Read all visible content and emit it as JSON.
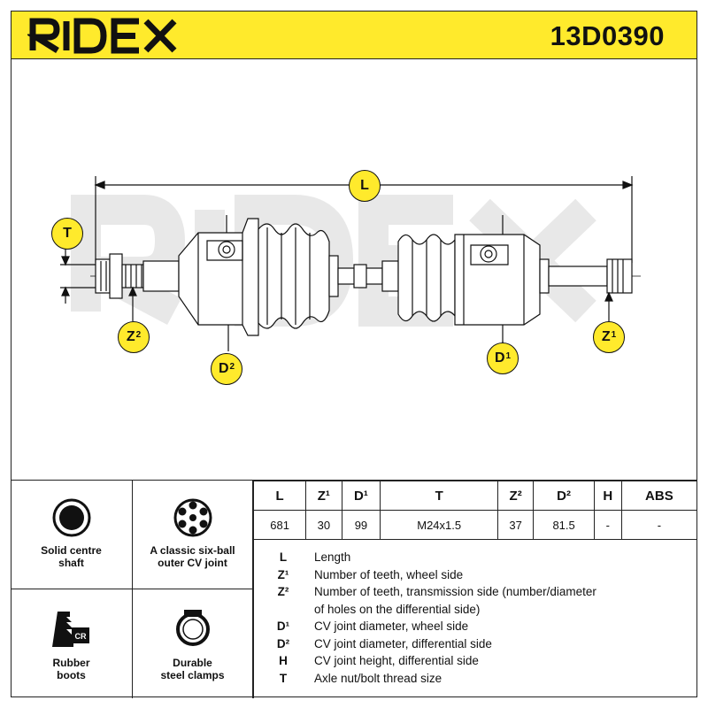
{
  "header": {
    "brand": "RIDEX",
    "part_number": "13D0390"
  },
  "drawing": {
    "labels": {
      "L": "L",
      "T": "T",
      "Z2_base": "Z",
      "Z2_sup": "2",
      "D2_base": "D",
      "D2_sup": "2",
      "D1_base": "D",
      "D1_sup": "1",
      "Z1_base": "Z",
      "Z1_sup": "1"
    },
    "watermark": "RIDEX"
  },
  "features": [
    {
      "icon": "solid-shaft-icon",
      "label_line1": "Solid centre",
      "label_line2": "shaft"
    },
    {
      "icon": "six-ball-joint-icon",
      "label_line1": "A classic six-ball",
      "label_line2": "outer CV joint"
    },
    {
      "icon": "rubber-boot-icon",
      "label_line1": "Rubber",
      "label_line2": "boots",
      "badge": "CR"
    },
    {
      "icon": "steel-clamp-icon",
      "label_line1": "Durable",
      "label_line2": "steel clamps"
    }
  ],
  "spec_table": {
    "headers": [
      "L",
      "Z¹",
      "D¹",
      "T",
      "Z²",
      "D²",
      "H",
      "ABS"
    ],
    "values": [
      "681",
      "30",
      "99",
      "M24x1.5",
      "37",
      "81.5",
      "-",
      "-"
    ]
  },
  "legend": [
    {
      "key": "L",
      "text": "Length"
    },
    {
      "key": "Z¹",
      "text": "Number of teeth, wheel side"
    },
    {
      "key": "Z²",
      "text": "Number of teeth, transmission side (number/diameter"
    },
    {
      "key": "",
      "text": "of holes on the differential side)"
    },
    {
      "key": "D¹",
      "text": "CV joint diameter, wheel side"
    },
    {
      "key": "D²",
      "text": "CV joint diameter, differential side"
    },
    {
      "key": "H",
      "text": "CV joint height, differential side"
    },
    {
      "key": "T",
      "text": "Axle nut/bolt thread size"
    }
  ],
  "colors": {
    "accent": "#ffea2c",
    "ink": "#111111",
    "watermark": "#e6e6e6"
  }
}
